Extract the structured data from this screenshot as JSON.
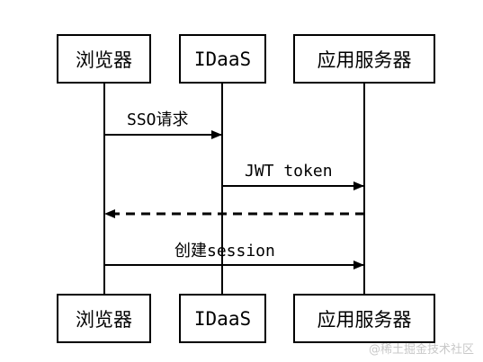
{
  "participants": {
    "browser": "浏览器",
    "idaas": "IDaaS",
    "app_server": "应用服务器"
  },
  "messages": {
    "sso_request": "SSO请求",
    "jwt_token": "JWT token",
    "create_session": "创建session"
  },
  "watermark": "@稀土掘金技术社区"
}
